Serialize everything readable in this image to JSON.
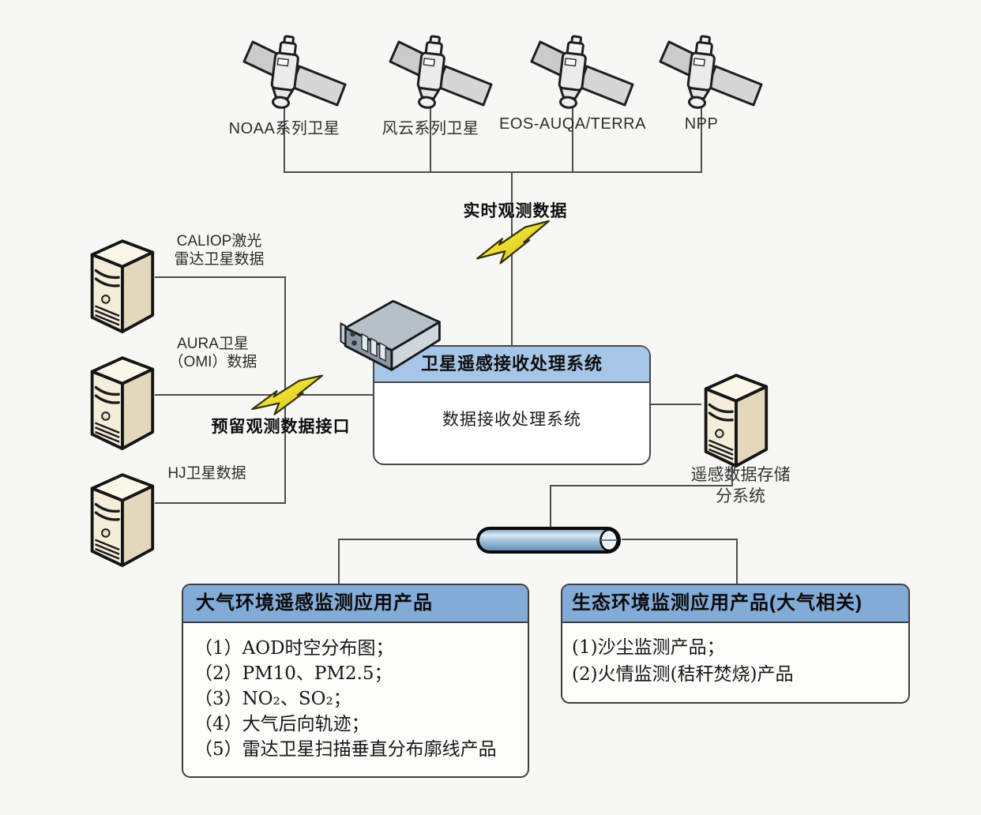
{
  "satellites": [
    {
      "label": "NOAA系列卫星"
    },
    {
      "label": "风云系列卫星"
    },
    {
      "label": "EOS-AUQA/TERRA"
    },
    {
      "label": "NPP"
    }
  ],
  "annotations": {
    "realtime_data": "实时观测数据",
    "reserved_interface": "预留观测数据接口"
  },
  "data_sources": [
    {
      "line1": "CALIOP激光",
      "line2": "雷达卫星数据"
    },
    {
      "line1": "AURA卫星",
      "line2": "（OMI）数据"
    },
    {
      "line1": "HJ卫星数据",
      "line2": ""
    }
  ],
  "receiving_system": {
    "header": "卫星遥感接收处理系统",
    "body": "数据接收处理系统"
  },
  "storage_system": {
    "line1": "遥感数据存储",
    "line2": "分系统"
  },
  "product_boxes": {
    "atmos": {
      "header": "大气环境遥感监测应用产品",
      "items": [
        "（1）AOD时空分布图；",
        "（2）PM10、PM2.5；",
        "（3）NO₂、SO₂；",
        "（4）大气后向轨迹；",
        "（5）雷达卫星扫描垂直分布廓线产品"
      ]
    },
    "eco": {
      "header": "生态环境监测应用产品(大气相关)",
      "items": [
        "(1)沙尘监测产品；",
        "(2)火情监测(秸秆焚烧)产品"
      ]
    }
  },
  "icons": {
    "satellite": "satellite-icon",
    "server_tower": "server-tower-icon",
    "rack_server": "rack-server-icon",
    "lightning": "lightning-bolt-icon",
    "pipe": "data-pipe-icon"
  },
  "colors": {
    "central_header_bg": "#a7c6e7",
    "product_header_bg": "#83abd7",
    "connector_line": "#4d4d4d",
    "bolt_yellow": "#f2e22e",
    "pipe_blue": "#6f97b8",
    "tower_beige": "#f3edda"
  }
}
